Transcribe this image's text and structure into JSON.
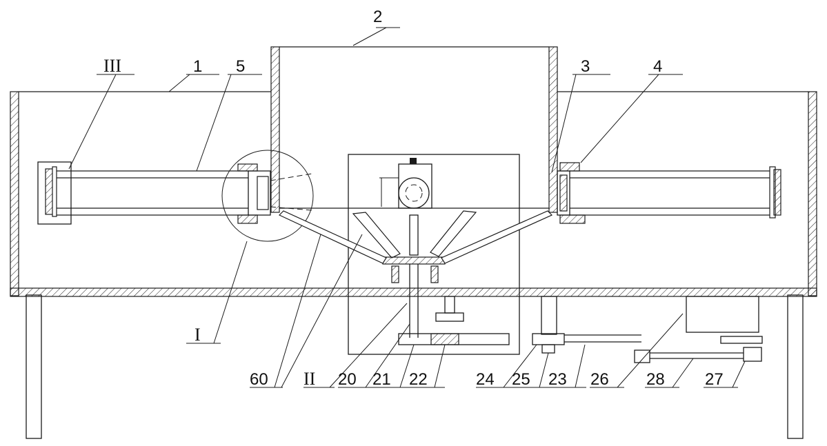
{
  "labels": {
    "l1": "1",
    "l2": "2",
    "l3": "3",
    "l4": "4",
    "l5": "5",
    "lIII": "III",
    "lI": "I",
    "lII": "II",
    "l60": "60",
    "l20": "20",
    "l21": "21",
    "l22": "22",
    "l23": "23",
    "l24": "24",
    "l25": "25",
    "l26": "26",
    "l27": "27",
    "l28": "28"
  }
}
